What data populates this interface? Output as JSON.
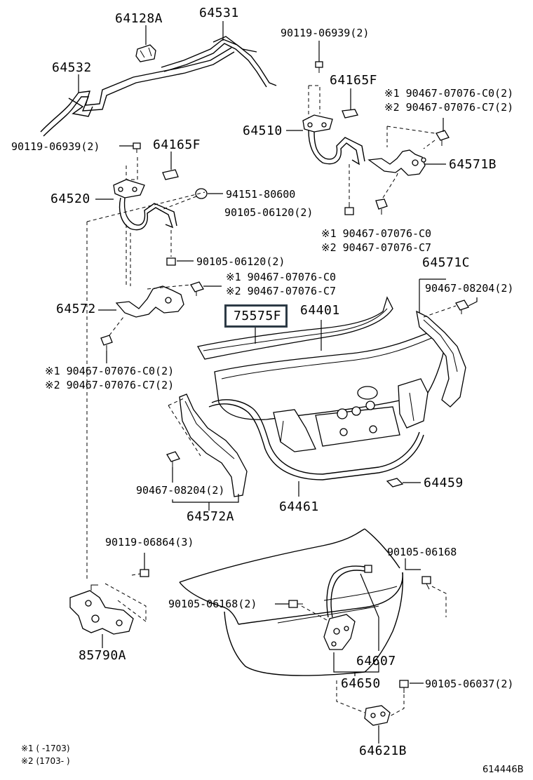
{
  "highlighted_part": "75575F",
  "labels": {
    "p64128A": "64128A",
    "p64531": "64531",
    "p64532": "64532",
    "p90119_06939_a": "90119-06939(2)",
    "p64165F_a": "64165F",
    "p64510": "64510",
    "c1_top": "※1 90467-07076-C0(2)",
    "c2_top": "※2 90467-07076-C7(2)",
    "p90119_06939_b": "90119-06939(2)",
    "p64165F_b": "64165F",
    "p64571B": "64571B",
    "p64520": "64520",
    "p94151": "94151-80600",
    "p90105_06120_a": "90105-06120(2)",
    "c1_mid": "※1 90467-07076-C0",
    "c2_mid": "※2 90467-07076-C7",
    "p90105_06120_b": "90105-06120(2)",
    "p64571C": "64571C",
    "c1_left": "※1 90467-07076-C0",
    "c2_left": "※2 90467-07076-C7",
    "p90467_08204_a": "90467-08204(2)",
    "p64572": "64572",
    "p75575F": "75575F",
    "p64401": "64401",
    "c1_low": "※1 90467-07076-C0(2)",
    "c2_low": "※2 90467-07076-C7(2)",
    "p64459": "64459",
    "p90467_08204_b": "90467-08204(2)",
    "p64572A": "64572A",
    "p64461": "64461",
    "p90119_06864": "90119-06864(3)",
    "p90105_06168_a": "90105-06168",
    "p90105_06168_b": "90105-06168(2)",
    "p85790A": "85790A",
    "p64607": "64607",
    "p64650": "64650",
    "p90105_06037": "90105-06037(2)",
    "p64621B": "64621B"
  },
  "footnotes": {
    "n1": "※1 (      -1703)",
    "n2": "※2 (1703-       )"
  },
  "drawing_ref": "614446B"
}
